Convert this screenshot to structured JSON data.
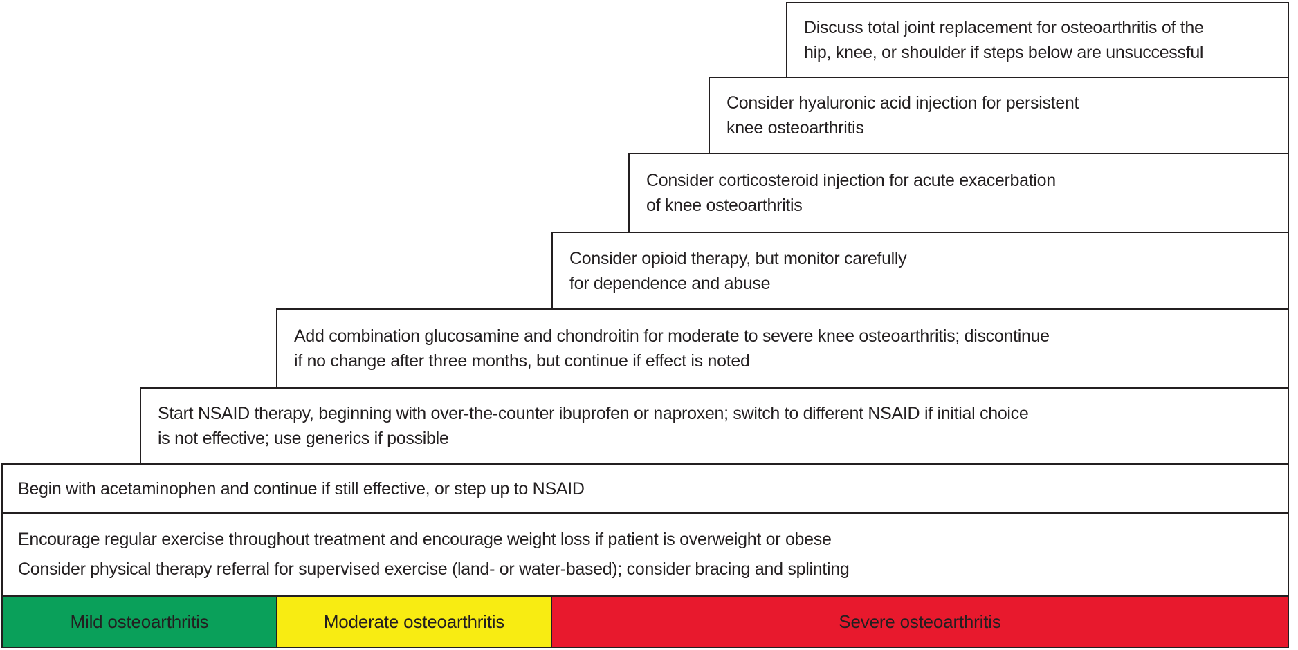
{
  "diagram": {
    "title_implicit": "Stepped-care approach to osteoarthritis treatment",
    "steps": [
      {
        "id": "joint-replacement",
        "lines": [
          "Discuss total joint replacement for osteoarthritis of the",
          "hip, knee, or shoulder if steps below are unsuccessful"
        ]
      },
      {
        "id": "hyaluronic-acid",
        "lines": [
          "Consider hyaluronic acid injection for persistent",
          "knee osteoarthritis"
        ]
      },
      {
        "id": "corticosteroid",
        "lines": [
          "Consider corticosteroid injection for acute exacerbation",
          "of knee osteoarthritis"
        ]
      },
      {
        "id": "opioid",
        "lines": [
          "Consider opioid therapy, but monitor carefully",
          "for dependence and abuse"
        ]
      },
      {
        "id": "glucosamine-chondroitin",
        "lines": [
          "Add combination glucosamine and chondroitin for moderate to severe knee osteoarthritis; discontinue",
          "if no change after three months, but continue if effect is noted"
        ]
      },
      {
        "id": "nsaid",
        "lines": [
          "Start NSAID therapy, beginning with over-the-counter ibuprofen or naproxen; switch to different NSAID if initial choice",
          "is not effective; use generics if possible"
        ]
      },
      {
        "id": "acetaminophen",
        "lines": [
          "Begin with acetaminophen and continue if still effective, or step up to NSAID"
        ]
      },
      {
        "id": "exercise-physical-therapy",
        "lines": [
          "Encourage regular exercise throughout treatment and encourage weight loss if patient is overweight or obese",
          "Consider physical therapy referral for supervised exercise (land- or water-based); consider bracing and splinting"
        ]
      }
    ],
    "severity_bands": [
      {
        "label": "Mild osteoarthritis",
        "color": "#0aa05a"
      },
      {
        "label": "Moderate osteoarthritis",
        "color": "#f8ec12"
      },
      {
        "label": "Severe osteoarthritis",
        "color": "#e8192d"
      }
    ],
    "colors": {
      "border": "#231f20",
      "text": "#231f20",
      "background": "#ffffff"
    }
  }
}
